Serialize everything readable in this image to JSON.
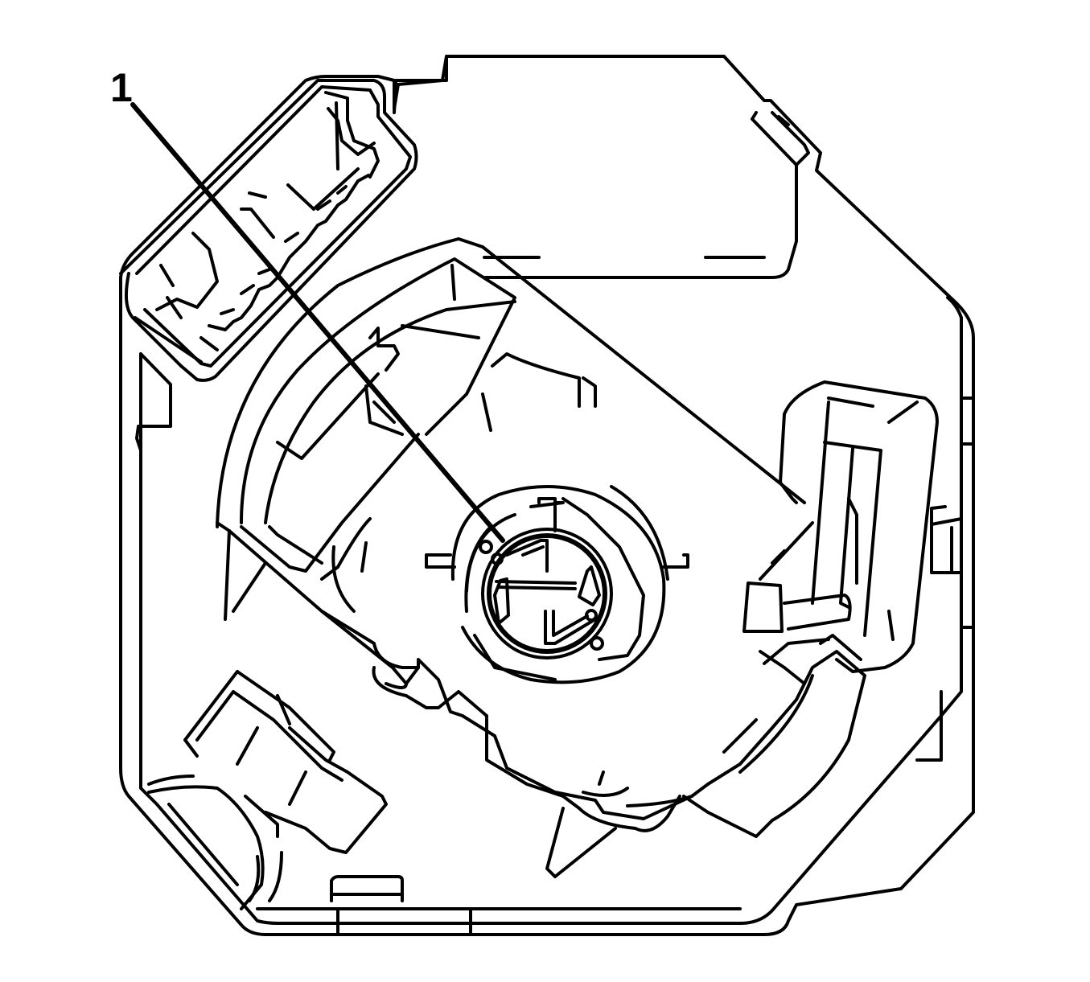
{
  "diagram": {
    "type": "technical-line-drawing",
    "subject": "steering wheel position sensor / clockspring assembly (rear view)",
    "line_color": "#000000",
    "background_color": "#ffffff",
    "callouts": [
      {
        "number": "1",
        "target": "center rotor hub"
      }
    ]
  }
}
